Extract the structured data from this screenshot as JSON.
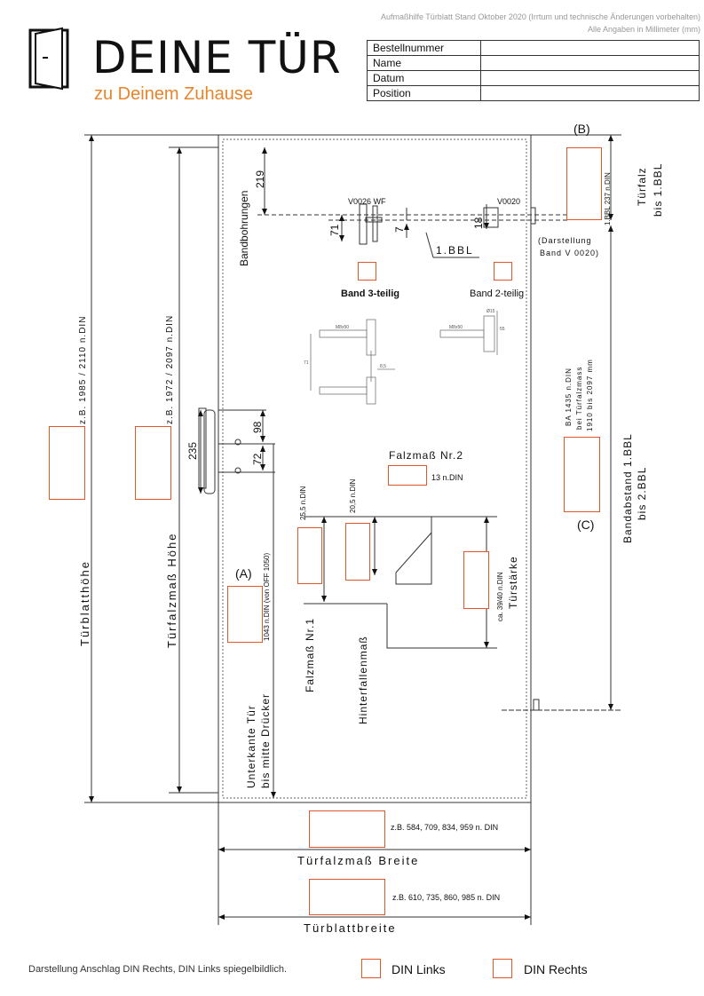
{
  "header": {
    "note_line1": "Aufmaßhilfe Türblatt Stand Oktober 2020 (Irrtum und technische Änderungen vorbehalten)",
    "note_line2": "Alle Angaben in Millimeter (mm)",
    "brand": "DEINE TÜR",
    "slogan": "zu Deinem Zuhause",
    "brand_color": "#e8842b",
    "order_rows": [
      {
        "label": "Bestellnummer",
        "value": ""
      },
      {
        "label": "Name",
        "value": ""
      },
      {
        "label": "Datum",
        "value": ""
      },
      {
        "label": "Position",
        "value": ""
      }
    ]
  },
  "drawing": {
    "markers": {
      "a": "(A)",
      "b": "(B)",
      "c": "(C)"
    },
    "bandbohrungen": "Bandbohrungen",
    "dim_219": "219",
    "dim_71": "71",
    "dim_7": "7",
    "dim_18": "18",
    "v0026": "V0026 WF",
    "v0020": "V0020",
    "bbl": "1.BBL",
    "darstellung_line1": "(Darstellung",
    "darstellung_line2": "Band V 0020)",
    "band3": "Band 3-teilig",
    "band2": "Band 2-teilig",
    "tuerfalz_line1": "Türfalz",
    "tuerfalz_line2": "bis 1.BBL",
    "tuerfalz_dim": "1.BBL  237 n.DIN",
    "tuerblatt_hoehe_ex": "z.B. 1985 / 2110 n.DIN",
    "tuerblatt_hoehe": "Türblatthöhe",
    "tuerfalz_hoehe_ex": "z.B. 1972 / 2097 n.DIN",
    "tuerfalz_hoehe": "Türfalzmaß Höhe",
    "dim_98": "98",
    "dim_235": "235",
    "dim_72": "72",
    "falzmass2": "Falzmaß Nr.2",
    "falzmass2_dim": "13 n.DIN",
    "falzmass1_dim": "25,5 n.DIN",
    "hinterfallen_dim": "20,5 n.DIN",
    "falzmass1": "Falzmaß Nr.1",
    "hinterfallenmass": "Hinterfallenmaß",
    "tuerstaerke_dim": "ca. 39/40 n.DIN",
    "tuerstaerke": "Türstärke",
    "ba_line1": "BA  1435 n.DIN",
    "ba_line2": "bei Türfalzmass",
    "ba_line3": "1910 bis 2097 mm",
    "bandabstand_line1": "Bandabstand 1.BBL",
    "bandabstand_line2": "bis 2.BBL",
    "drucker_dim": "1043 n.DIN (von OFF 1050)",
    "unterkante_line1": "Unterkante Tür",
    "unterkante_line2": "bis mitte Drücker",
    "falz_breite_ex": "z.B. 584, 709, 834, 959 n. DIN",
    "falz_breite": "Türfalzmaß Breite",
    "blatt_breite_ex": "z.B. 610, 735, 860, 985 n. DIN",
    "blatt_breite": "Türblattbreite",
    "hinge_small": {
      "m8": "M8x50",
      "d15": "Ø15",
      "h71": "71",
      "h55": "55",
      "h85": "8,5"
    }
  },
  "footer": {
    "note": "Darstellung Anschlag DIN Rechts, DIN Links spiegelbildlich.",
    "din_links": "DIN Links",
    "din_rechts": "DIN Rechts"
  }
}
